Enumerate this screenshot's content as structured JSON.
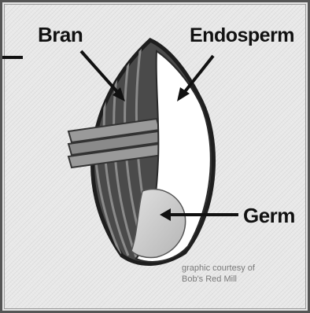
{
  "labels": {
    "bran": "Bran",
    "endosperm": "Endosperm",
    "germ": "Germ"
  },
  "credit": {
    "line1": "graphic courtesy of",
    "line2": "Bob's Red Mill"
  },
  "colors": {
    "background": "#e8e8e8",
    "husk_dark": "#3a3a3a",
    "husk_stripe": "#6b6b6b",
    "endosperm": "#ffffff",
    "germ": "#cfcfcf",
    "band": "#8c8c8c",
    "text": "#111111"
  }
}
